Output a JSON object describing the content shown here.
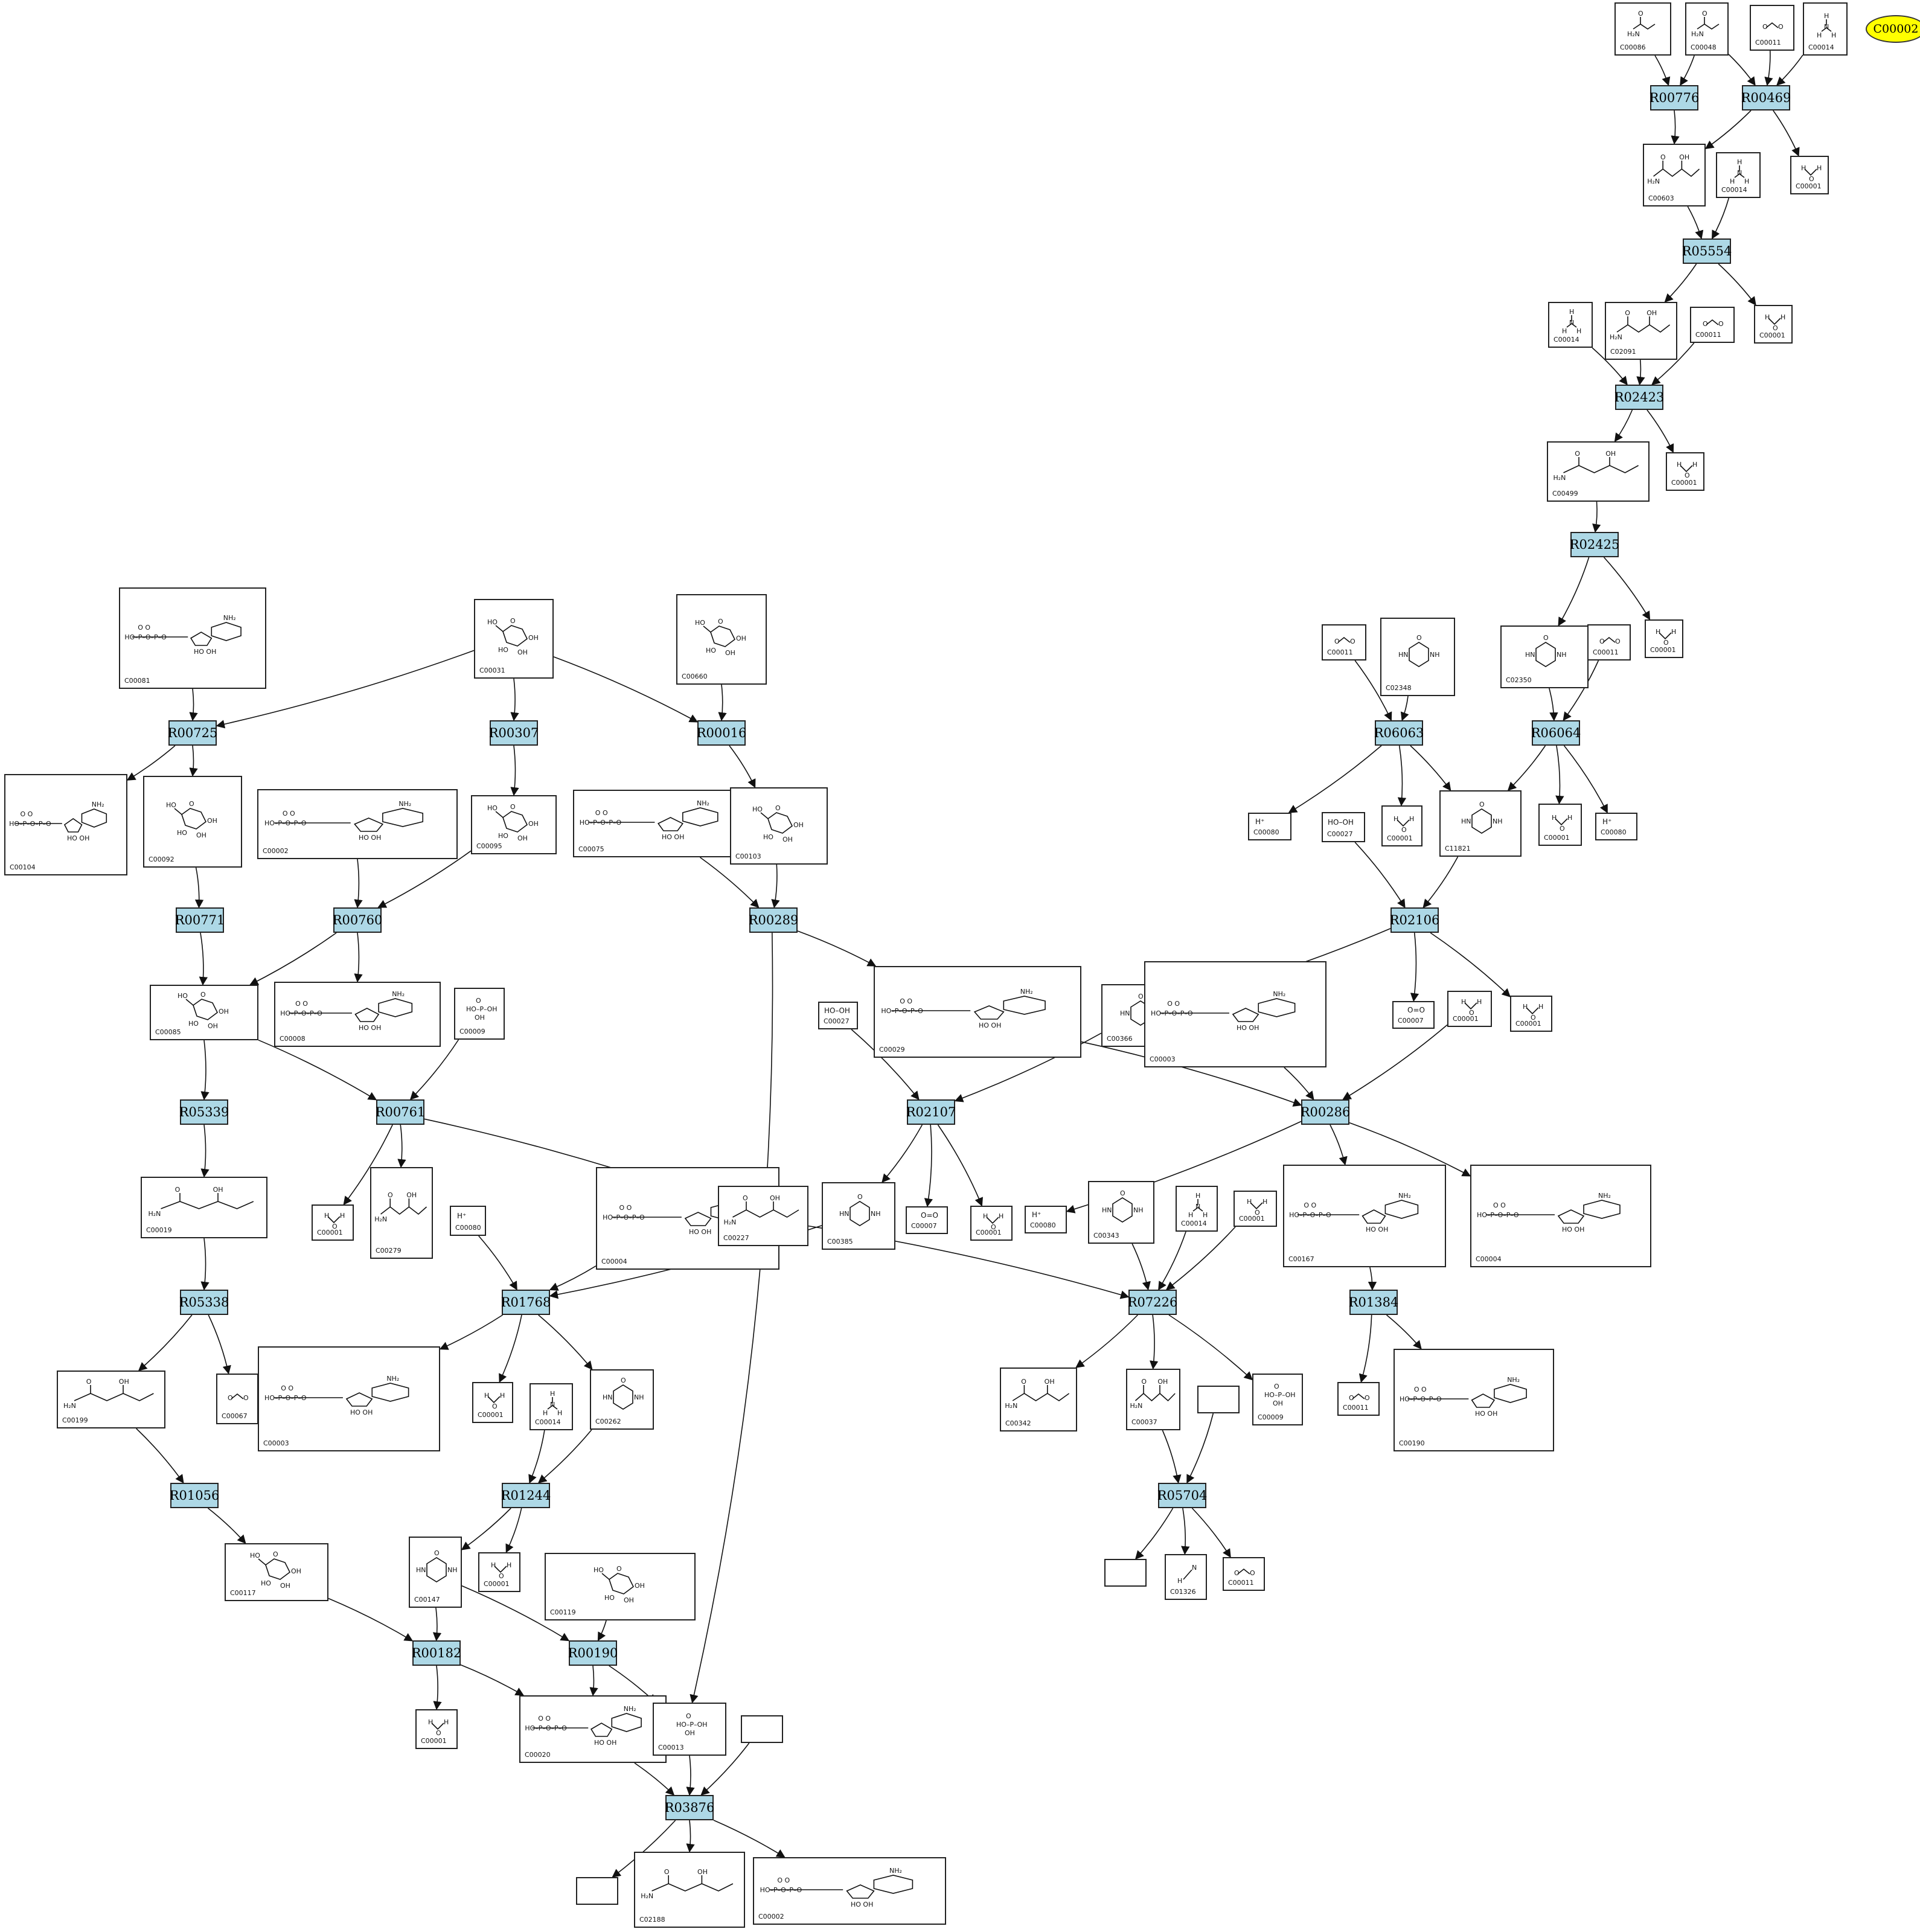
{
  "reactions": [
    {
      "id": "R00776"
    },
    {
      "id": "R00469"
    },
    {
      "id": "R05554"
    },
    {
      "id": "R02423"
    },
    {
      "id": "R02425"
    },
    {
      "id": "R06063"
    },
    {
      "id": "R06064"
    },
    {
      "id": "R02106"
    },
    {
      "id": "R00725"
    },
    {
      "id": "R00307"
    },
    {
      "id": "R00016"
    },
    {
      "id": "R00771"
    },
    {
      "id": "R00760"
    },
    {
      "id": "R00289"
    },
    {
      "id": "R05339"
    },
    {
      "id": "R00761"
    },
    {
      "id": "R02107"
    },
    {
      "id": "R00286"
    },
    {
      "id": "R05338"
    },
    {
      "id": "R01768"
    },
    {
      "id": "R07226"
    },
    {
      "id": "R01384"
    },
    {
      "id": "R01056"
    },
    {
      "id": "R01244"
    },
    {
      "id": "R05704"
    },
    {
      "id": "R00182"
    },
    {
      "id": "R00190"
    },
    {
      "id": "R03876"
    }
  ],
  "compounds": [
    {
      "n": "n1",
      "id": "C00086",
      "kind": "urea"
    },
    {
      "n": "n2",
      "id": "C00048",
      "kind": "glyoxylate"
    },
    {
      "n": "n3",
      "id": "C00011",
      "kind": "co2"
    },
    {
      "n": "n4",
      "id": "C00014",
      "kind": "nh3"
    },
    {
      "n": "n5",
      "id": "C00603",
      "kind": "ureido"
    },
    {
      "n": "n6",
      "id": "C00014",
      "kind": "nh3"
    },
    {
      "n": "n7",
      "id": "C00001",
      "kind": "water"
    },
    {
      "n": "n8",
      "id": "C00014",
      "kind": "nh3"
    },
    {
      "n": "n9",
      "id": "C02091",
      "kind": "ureido"
    },
    {
      "n": "n10",
      "id": "C00011",
      "kind": "co2"
    },
    {
      "n": "n11",
      "id": "C00001",
      "kind": "water"
    },
    {
      "n": "n12",
      "id": "C00499",
      "kind": "ureido"
    },
    {
      "n": "n13",
      "id": "C00001",
      "kind": "water"
    },
    {
      "n": "n14",
      "id": "C00011",
      "kind": "co2"
    },
    {
      "n": "n15",
      "id": "C02348",
      "kind": "ring"
    },
    {
      "n": "n16",
      "id": "C02350",
      "kind": "ring"
    },
    {
      "n": "n17",
      "id": "C00011",
      "kind": "co2"
    },
    {
      "n": "n18",
      "id": "C00001",
      "kind": "water"
    },
    {
      "n": "n19",
      "id": "C00080",
      "kind": "hplus"
    },
    {
      "n": "n20",
      "id": "C00027",
      "kind": "peroxide"
    },
    {
      "n": "n21",
      "id": "C00001",
      "kind": "water"
    },
    {
      "n": "n22",
      "id": "C11821",
      "kind": "ring"
    },
    {
      "n": "n23",
      "id": "C00001",
      "kind": "water"
    },
    {
      "n": "n24",
      "id": "C00080",
      "kind": "hplus"
    },
    {
      "n": "n25",
      "id": "C00081",
      "kind": "nucleotide"
    },
    {
      "n": "n26",
      "id": "C00031",
      "kind": "sugar"
    },
    {
      "n": "n27",
      "id": "C00660",
      "kind": "sugarp"
    },
    {
      "n": "n28",
      "id": "C00104",
      "kind": "nucleotide"
    },
    {
      "n": "n29",
      "id": "C00092",
      "kind": "sugarp"
    },
    {
      "n": "n30",
      "id": "C00002",
      "kind": "nucleotide"
    },
    {
      "n": "n31",
      "id": "C00095",
      "kind": "sugar"
    },
    {
      "n": "n32",
      "id": "C00075",
      "kind": "nucleotide"
    },
    {
      "n": "n33",
      "id": "C00103",
      "kind": "sugarp"
    },
    {
      "n": "n34",
      "id": "C00085",
      "kind": "sugarp"
    },
    {
      "n": "n35",
      "id": "C00008",
      "kind": "nucleotide"
    },
    {
      "n": "n36",
      "id": "C00009",
      "kind": "phosphate"
    },
    {
      "n": "n37",
      "id": "C00029",
      "kind": "nucleotide"
    },
    {
      "n": "n38",
      "id": "C00027",
      "kind": "peroxide"
    },
    {
      "n": "n39",
      "id": "C00366",
      "kind": "ring"
    },
    {
      "n": "n40",
      "id": "C00003",
      "kind": "nad"
    },
    {
      "n": "n41",
      "id": "C00007",
      "kind": "o2"
    },
    {
      "n": "n42",
      "id": "C00001",
      "kind": "water"
    },
    {
      "n": "n43",
      "id": "C00001",
      "kind": "water"
    },
    {
      "n": "n44",
      "id": "C00119",
      "kind": "sugarp"
    },
    {
      "n": "n45",
      "id": "C00001",
      "kind": "water"
    },
    {
      "n": "n46",
      "id": "C00279",
      "kind": "chain"
    },
    {
      "n": "n47",
      "id": "C00080",
      "kind": "hplus"
    },
    {
      "n": "n48",
      "id": "C00004",
      "kind": "nad"
    },
    {
      "n": "n49",
      "id": "C00227",
      "kind": "chain"
    },
    {
      "n": "n50",
      "id": "C00385",
      "kind": "ring"
    },
    {
      "n": "n51",
      "id": "C00007",
      "kind": "o2"
    },
    {
      "n": "n52",
      "id": "C00001",
      "kind": "water"
    },
    {
      "n": "n53",
      "id": "C00080",
      "kind": "hplus"
    },
    {
      "n": "n54",
      "id": "C00343",
      "kind": "ring"
    },
    {
      "n": "n55",
      "id": "C00014",
      "kind": "nh3"
    },
    {
      "n": "n56",
      "id": "C00001",
      "kind": "water"
    },
    {
      "n": "n57",
      "id": "C00167",
      "kind": "nucleotide"
    },
    {
      "n": "n58",
      "id": "C00004",
      "kind": "nad"
    },
    {
      "n": "n59",
      "id": "C00019",
      "kind": "chain"
    },
    {
      "n": "n60",
      "id": "C00003",
      "kind": "nad"
    },
    {
      "n": "n61",
      "id": "C00001",
      "kind": "water"
    },
    {
      "n": "n62",
      "id": "C00014",
      "kind": "nh3"
    },
    {
      "n": "n63",
      "id": "C00262",
      "kind": "ring"
    },
    {
      "n": "n64",
      "id": "C00342",
      "kind": "chain"
    },
    {
      "n": "n65",
      "id": "C00037",
      "kind": "chain"
    },
    {
      "n": "n66",
      "id": "",
      "kind": "empty"
    },
    {
      "n": "n67",
      "id": "C00009",
      "kind": "phosphate"
    },
    {
      "n": "n68",
      "id": "C00011",
      "kind": "co2"
    },
    {
      "n": "n69",
      "id": "C00190",
      "kind": "nucleotide"
    },
    {
      "n": "n70",
      "id": "C00199",
      "kind": "chain"
    },
    {
      "n": "n71",
      "id": "C00067",
      "kind": "co2"
    },
    {
      "n": "n72",
      "id": "C00117",
      "kind": "sugarp"
    },
    {
      "n": "n73",
      "id": "C00147",
      "kind": "ring"
    },
    {
      "n": "n74",
      "id": "C00001",
      "kind": "water"
    },
    {
      "n": "n75",
      "id": "",
      "kind": "empty"
    },
    {
      "n": "n76",
      "id": "C01326",
      "kind": "hcn"
    },
    {
      "n": "n77",
      "id": "C00011",
      "kind": "co2"
    },
    {
      "n": "n78",
      "id": "C00001",
      "kind": "water"
    },
    {
      "n": "n79",
      "id": "C00020",
      "kind": "nucleotide"
    },
    {
      "n": "n80",
      "id": "C00013",
      "kind": "phosphate"
    },
    {
      "n": "n81",
      "id": "",
      "kind": "empty"
    },
    {
      "n": "n82",
      "id": "",
      "kind": "empty"
    },
    {
      "n": "n83",
      "id": "C02188",
      "kind": "chain"
    },
    {
      "n": "n84",
      "id": "C00002",
      "kind": "nucleotide"
    }
  ],
  "seed": {
    "label": "C00002"
  },
  "colors": {
    "reaction_fill": "#add8e6",
    "seed_fill": "#ffff00",
    "edge": "#111111"
  }
}
